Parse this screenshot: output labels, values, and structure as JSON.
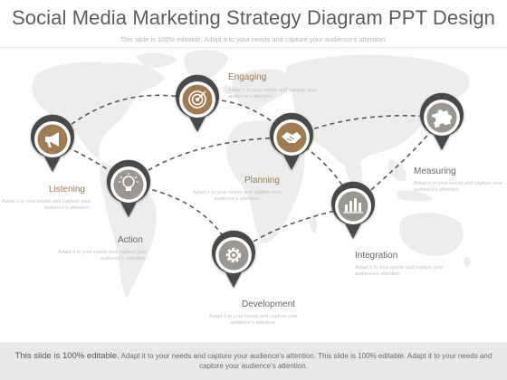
{
  "title": "Social Media Marketing Strategy Diagram PPT Design",
  "subtitle": "This slide is 100% editable. Adapt it to your needs and capture your audience's attention.",
  "colors": {
    "brown": "#a07b52",
    "gray": "#9a9690",
    "map": "#ededed",
    "pin_border": "#4a4a4a",
    "dash": "#5a5a5a"
  },
  "nodes": [
    {
      "id": "listening",
      "label": "Listening",
      "desc": "Adapt it to your needs and capture your audience's attention.",
      "icon": "megaphone-icon",
      "color": "brown"
    },
    {
      "id": "action",
      "label": "Action",
      "desc": "Adapt it to your needs and capture your audience's attention.",
      "icon": "lightbulb-icon",
      "color": "gray"
    },
    {
      "id": "engaging",
      "label": "Engaging",
      "desc": "Adapt it to your needs and capture your audience's attention.",
      "icon": "target-icon",
      "color": "brown"
    },
    {
      "id": "development",
      "label": "Development",
      "desc": "Adapt it to your needs and capture your audience's attention.",
      "icon": "gear-icon",
      "color": "gray"
    },
    {
      "id": "planning",
      "label": "Planning",
      "desc": "Adapt it to your needs and capture your audience's attention.",
      "icon": "handshake-icon",
      "color": "brown"
    },
    {
      "id": "integration",
      "label": "Integration",
      "desc": "Adapt it to your needs and capture your audience's attention.",
      "icon": "bar-chart-icon",
      "color": "gray"
    },
    {
      "id": "measuring",
      "label": "Measuring",
      "desc": "Adapt it to your needs and capture your audience's attention.",
      "icon": "puzzle-icon",
      "color": "gray"
    }
  ],
  "footer": {
    "lead": "This slide is 100% editable.",
    "text": "Adapt it to your needs and capture your audience's attention. This slide is 100% editable. Adapt it to your needs and capture your audience's attention."
  }
}
